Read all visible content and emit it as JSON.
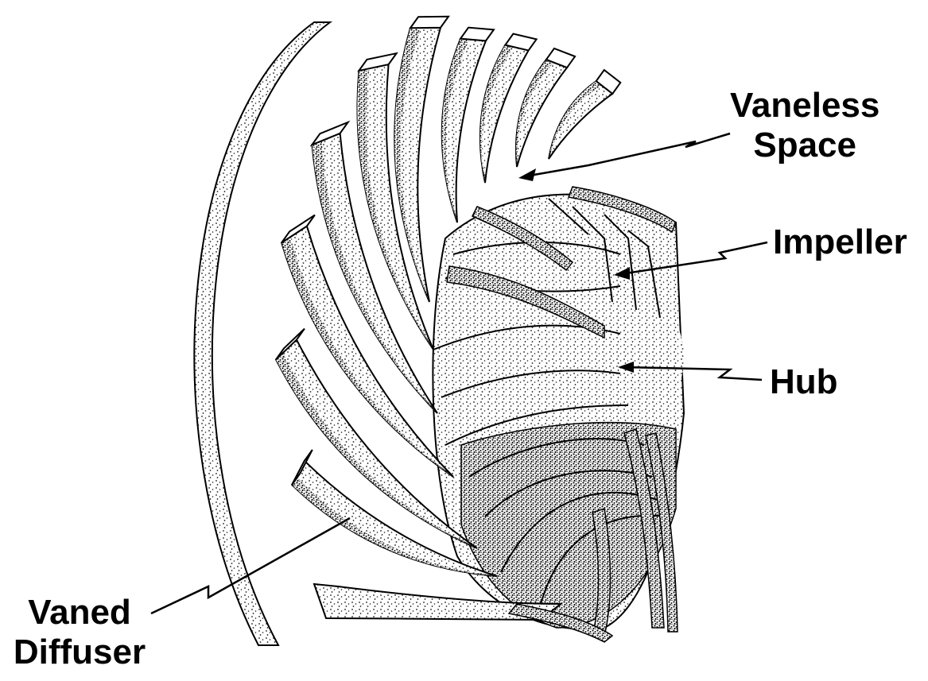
{
  "labels": {
    "vaneless": [
      "Vaneless",
      "Space"
    ],
    "impeller": "Impeller",
    "hub": "Hub",
    "vaned": [
      "Vaned",
      "Diffuser"
    ]
  },
  "colors": {
    "ink": "#000000",
    "paper": "#ffffff",
    "stipple": "#1a1a1a"
  }
}
